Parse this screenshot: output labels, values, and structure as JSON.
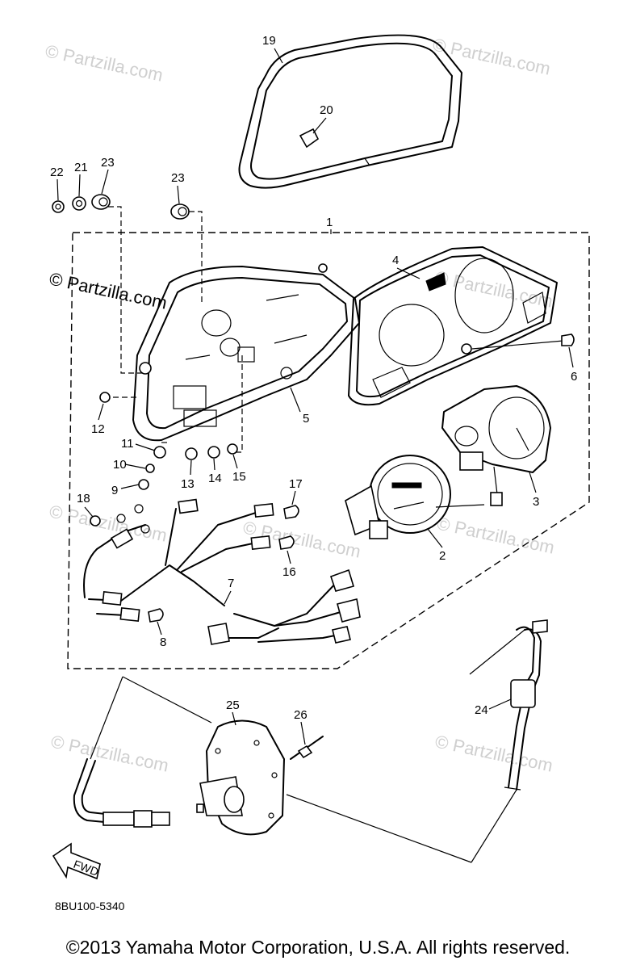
{
  "diagram": {
    "callouts": [
      "1",
      "2",
      "3",
      "4",
      "5",
      "6",
      "7",
      "8",
      "9",
      "10",
      "11",
      "12",
      "13",
      "14",
      "15",
      "16",
      "17",
      "18",
      "19",
      "20",
      "21",
      "22",
      "23",
      "23",
      "24",
      "25",
      "26"
    ],
    "diagram_code": "8BU100-5340",
    "fwd_label": "FWD",
    "watermarks": [
      "© Partzilla.com",
      "© Partzilla.com",
      "© Partzilla.com",
      "© Partzilla.com",
      "© Partzilla.com",
      "© Partzilla.com",
      "© Partzilla.com",
      "© Partzilla.com",
      "© Partzilla.com"
    ]
  },
  "footer": {
    "copyright": "©2013 Yamaha Motor Corporation, U.S.A. All rights reserved."
  }
}
